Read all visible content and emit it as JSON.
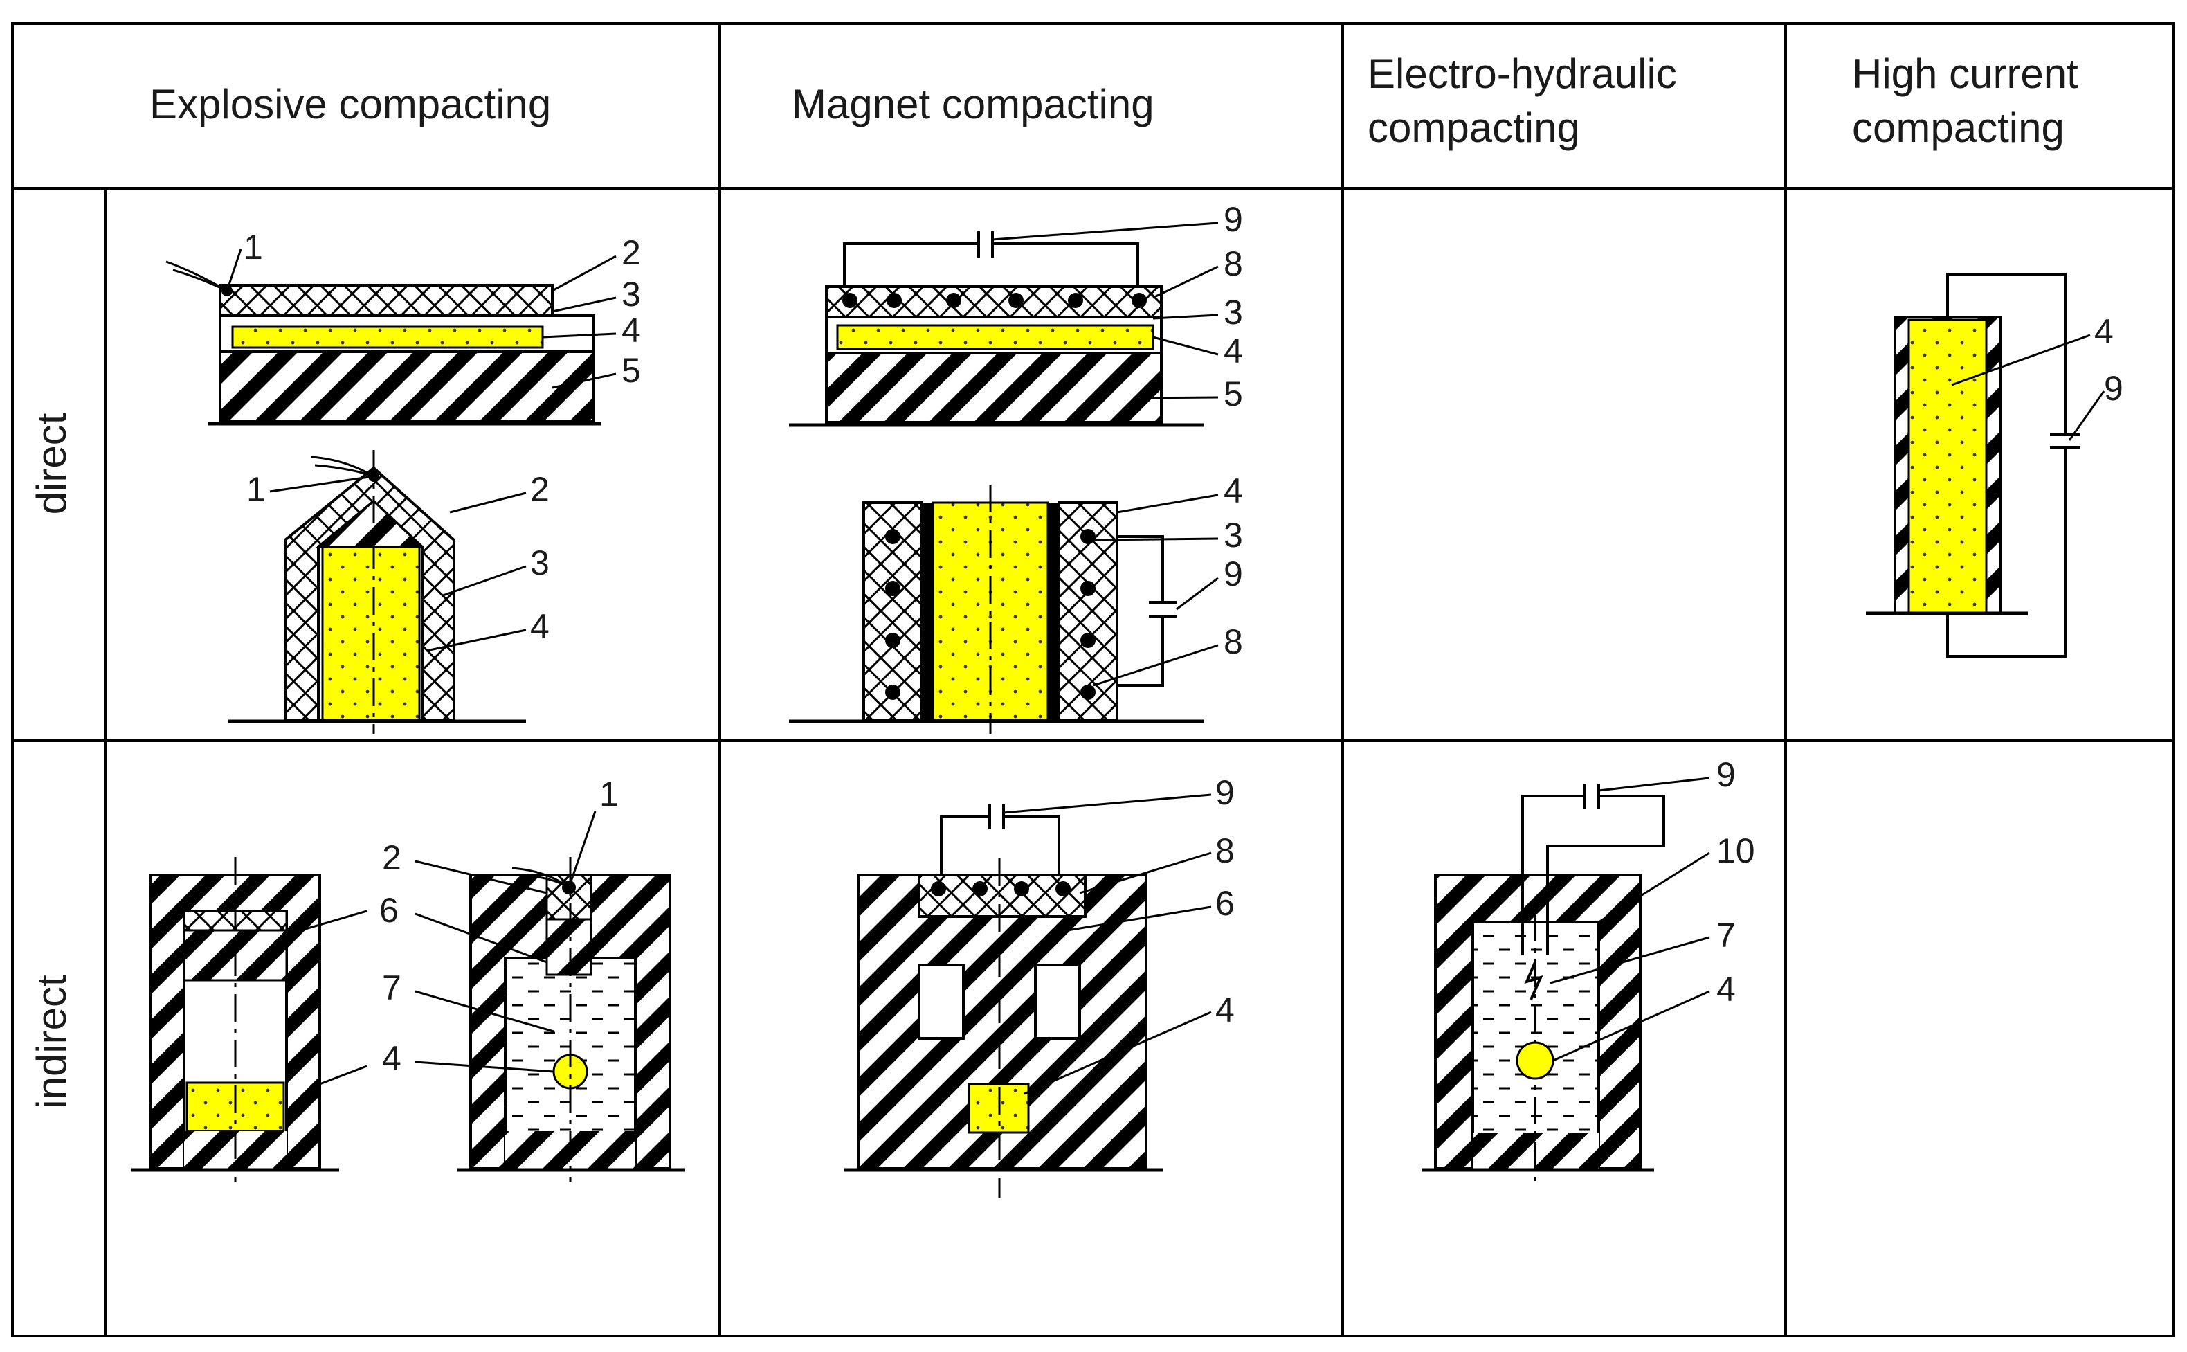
{
  "headers": {
    "explosive": "Explosive compacting",
    "magnet": "Magnet compacting",
    "electro_line1": "Electro-hydraulic",
    "electro_line2": "compacting",
    "high_line1": "High current",
    "high_line2": "compacting"
  },
  "rows": {
    "direct": "direct",
    "indirect": "indirect"
  },
  "callouts": [
    "1",
    "2",
    "3",
    "4",
    "5",
    "6",
    "7",
    "8",
    "9",
    "10"
  ],
  "colors": {
    "powder_fill": "#ffff00",
    "line": "#000000",
    "background": "#ffffff"
  }
}
